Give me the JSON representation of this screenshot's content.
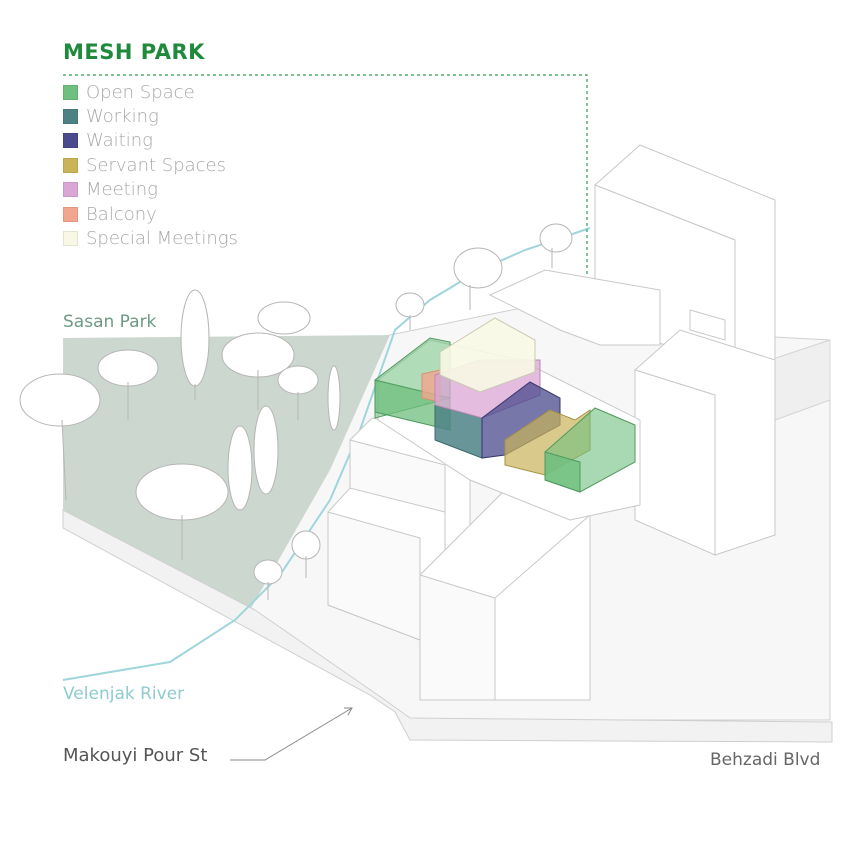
{
  "title": "MESH PARK",
  "legend": [
    {
      "label": "Open Space",
      "color": "#6fbf7e"
    },
    {
      "label": "Working",
      "color": "#4d8285"
    },
    {
      "label": "Waiting",
      "color": "#4a4a8c"
    },
    {
      "label": "Servant Spaces",
      "color": "#c9b45a"
    },
    {
      "label": "Meeting",
      "color": "#d9a6d6"
    },
    {
      "label": "Balcony",
      "color": "#f4a58f"
    },
    {
      "label": "Special Meetings",
      "color": "#f8f8e4"
    }
  ],
  "labels": {
    "park": "Sasan Park",
    "river": "Velenjak River",
    "street": "Makouyi Pour St",
    "boulevard": "Behzadi Blvd"
  },
  "colors": {
    "title": "#1f8a3c",
    "park_fill": "#ccd8cf",
    "river": "#9fd6db",
    "dashed_line": "#2e9a55"
  }
}
